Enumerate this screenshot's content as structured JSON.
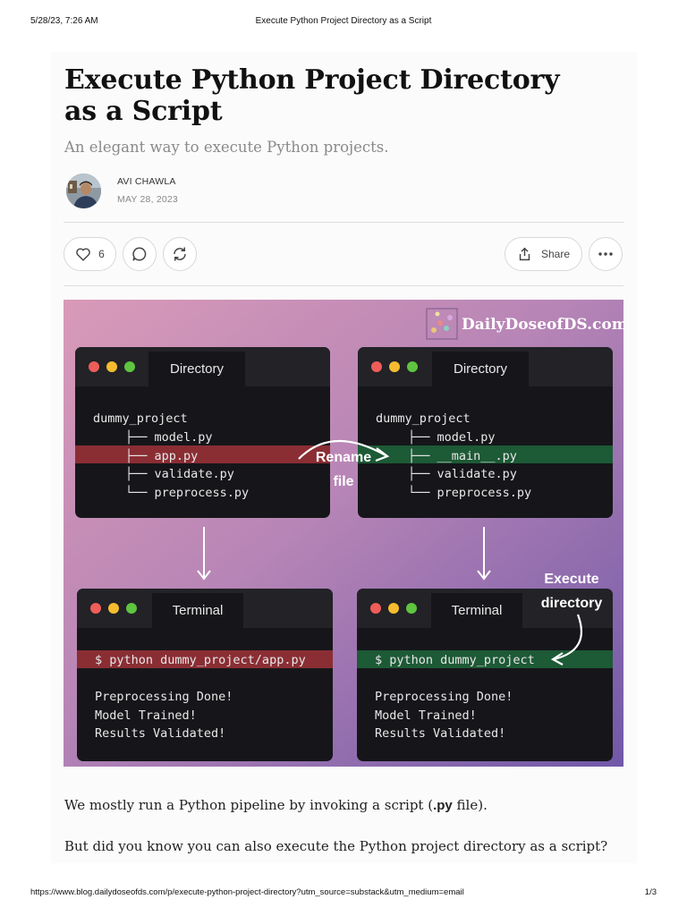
{
  "print_header": {
    "datetime": "5/28/23, 7:26 AM",
    "doc_title": "Execute Python Project Directory as a Script"
  },
  "post": {
    "title": "Execute Python Project Directory as a Script",
    "subtitle": "An elegant way to execute Python projects.",
    "author": "AVI CHAWLA",
    "date": "MAY 28, 2023"
  },
  "actions": {
    "like_count": "6",
    "share_label": "Share"
  },
  "hero": {
    "brand": "DailyDoseofDS.com",
    "colors": {
      "highlight_red": "#8a2e34",
      "highlight_green": "#1d5a36",
      "window_bg": "#16161a"
    },
    "windows": {
      "dir_before": {
        "tab": "Directory",
        "root": "dummy_project",
        "files": [
          "├── model.py",
          "├── app.py",
          "├── validate.py",
          "└── preprocess.py"
        ]
      },
      "dir_after": {
        "tab": "Directory",
        "root": "dummy_project",
        "files": [
          "├── model.py",
          "├── __main__.py",
          "├── validate.py",
          "└── preprocess.py"
        ]
      },
      "term_before": {
        "tab": "Terminal",
        "command": "$ python dummy_project/app.py",
        "output": [
          "Preprocessing Done!",
          "Model Trained!",
          "Results Validated!"
        ]
      },
      "term_after": {
        "tab": "Terminal",
        "command": "$ python dummy_project",
        "output": [
          "Preprocessing Done!",
          "Model Trained!",
          "Results Validated!"
        ]
      }
    },
    "annotations": {
      "rename_line1": "Rename",
      "rename_line2": "file",
      "execute_line1": "Execute",
      "execute_line2": "directory"
    }
  },
  "body": {
    "p1_before": "We mostly run a Python pipeline by invoking a script (",
    "p1_code": ".py",
    "p1_after": " file).",
    "p2": "But did you know you can also execute the Python project directory as a script?"
  },
  "print_footer": {
    "url": "https://www.blog.dailydoseofds.com/p/execute-python-project-directory?utm_source=substack&utm_medium=email",
    "page": "1/3"
  }
}
